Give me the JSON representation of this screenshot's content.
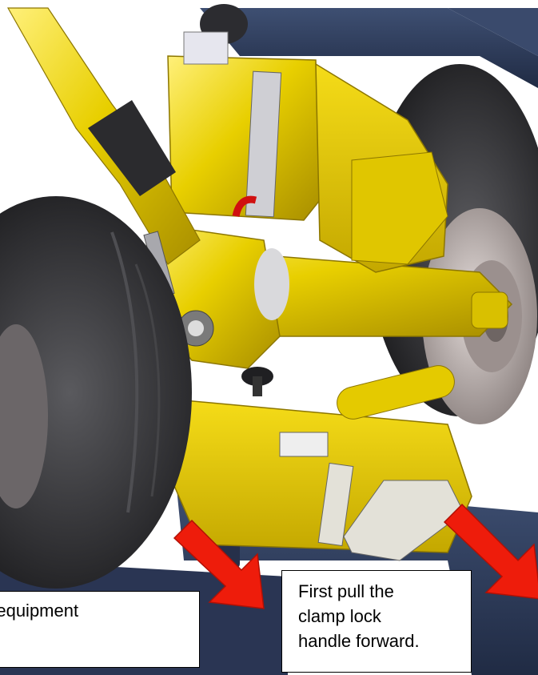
{
  "callouts": {
    "left_text": "e equipment",
    "right_lines": [
      "First pull the",
      "clamp lock",
      "handle forward."
    ]
  },
  "colors": {
    "body_yellow": "#e8cf00",
    "body_shadow": "#b89d00",
    "tire": "#2a2a2c",
    "hub": "#b8aeac",
    "towbar_blue": "#2e3c5c",
    "arrow_red": "#ee1c0b",
    "callout_border": "#000000"
  },
  "arrows": [
    {
      "label": "left-arrow",
      "direction": "down-right"
    },
    {
      "label": "right-arrow",
      "direction": "down-right"
    }
  ]
}
